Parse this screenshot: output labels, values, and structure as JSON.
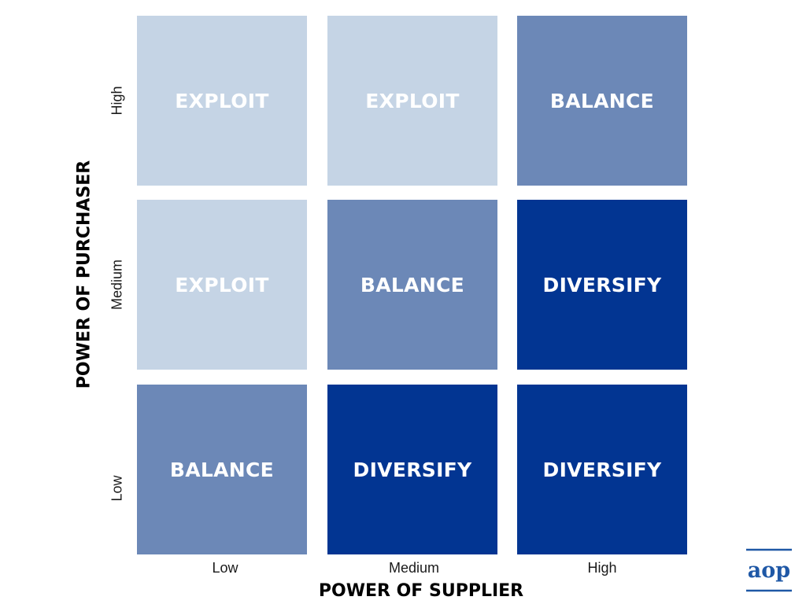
{
  "axes": {
    "x_title": "POWER OF SUPPLIER",
    "y_title": "POWER OF PURCHASER",
    "x_ticks": [
      "Low",
      "Medium",
      "High"
    ],
    "y_ticks": [
      "High",
      "Medium",
      "Low"
    ]
  },
  "grid": {
    "rows": [
      {
        "purchaser_power": "High",
        "cells": [
          {
            "label": "EXPLOIT",
            "level": "exploit"
          },
          {
            "label": "EXPLOIT",
            "level": "exploit"
          },
          {
            "label": "BALANCE",
            "level": "balance"
          }
        ]
      },
      {
        "purchaser_power": "Medium",
        "cells": [
          {
            "label": "EXPLOIT",
            "level": "exploit"
          },
          {
            "label": "BALANCE",
            "level": "balance"
          },
          {
            "label": "DIVERSIFY",
            "level": "diversify"
          }
        ]
      },
      {
        "purchaser_power": "Low",
        "cells": [
          {
            "label": "BALANCE",
            "level": "balance"
          },
          {
            "label": "DIVERSIFY",
            "level": "diversify"
          },
          {
            "label": "DIVERSIFY",
            "level": "diversify"
          }
        ]
      }
    ]
  },
  "colors": {
    "exploit": "#c5d4e5",
    "balance": "#6c88b7",
    "diversify": "#023592",
    "logo": "#1f58a6"
  },
  "logo": {
    "text": "aop",
    "icon": "aop-logo"
  }
}
